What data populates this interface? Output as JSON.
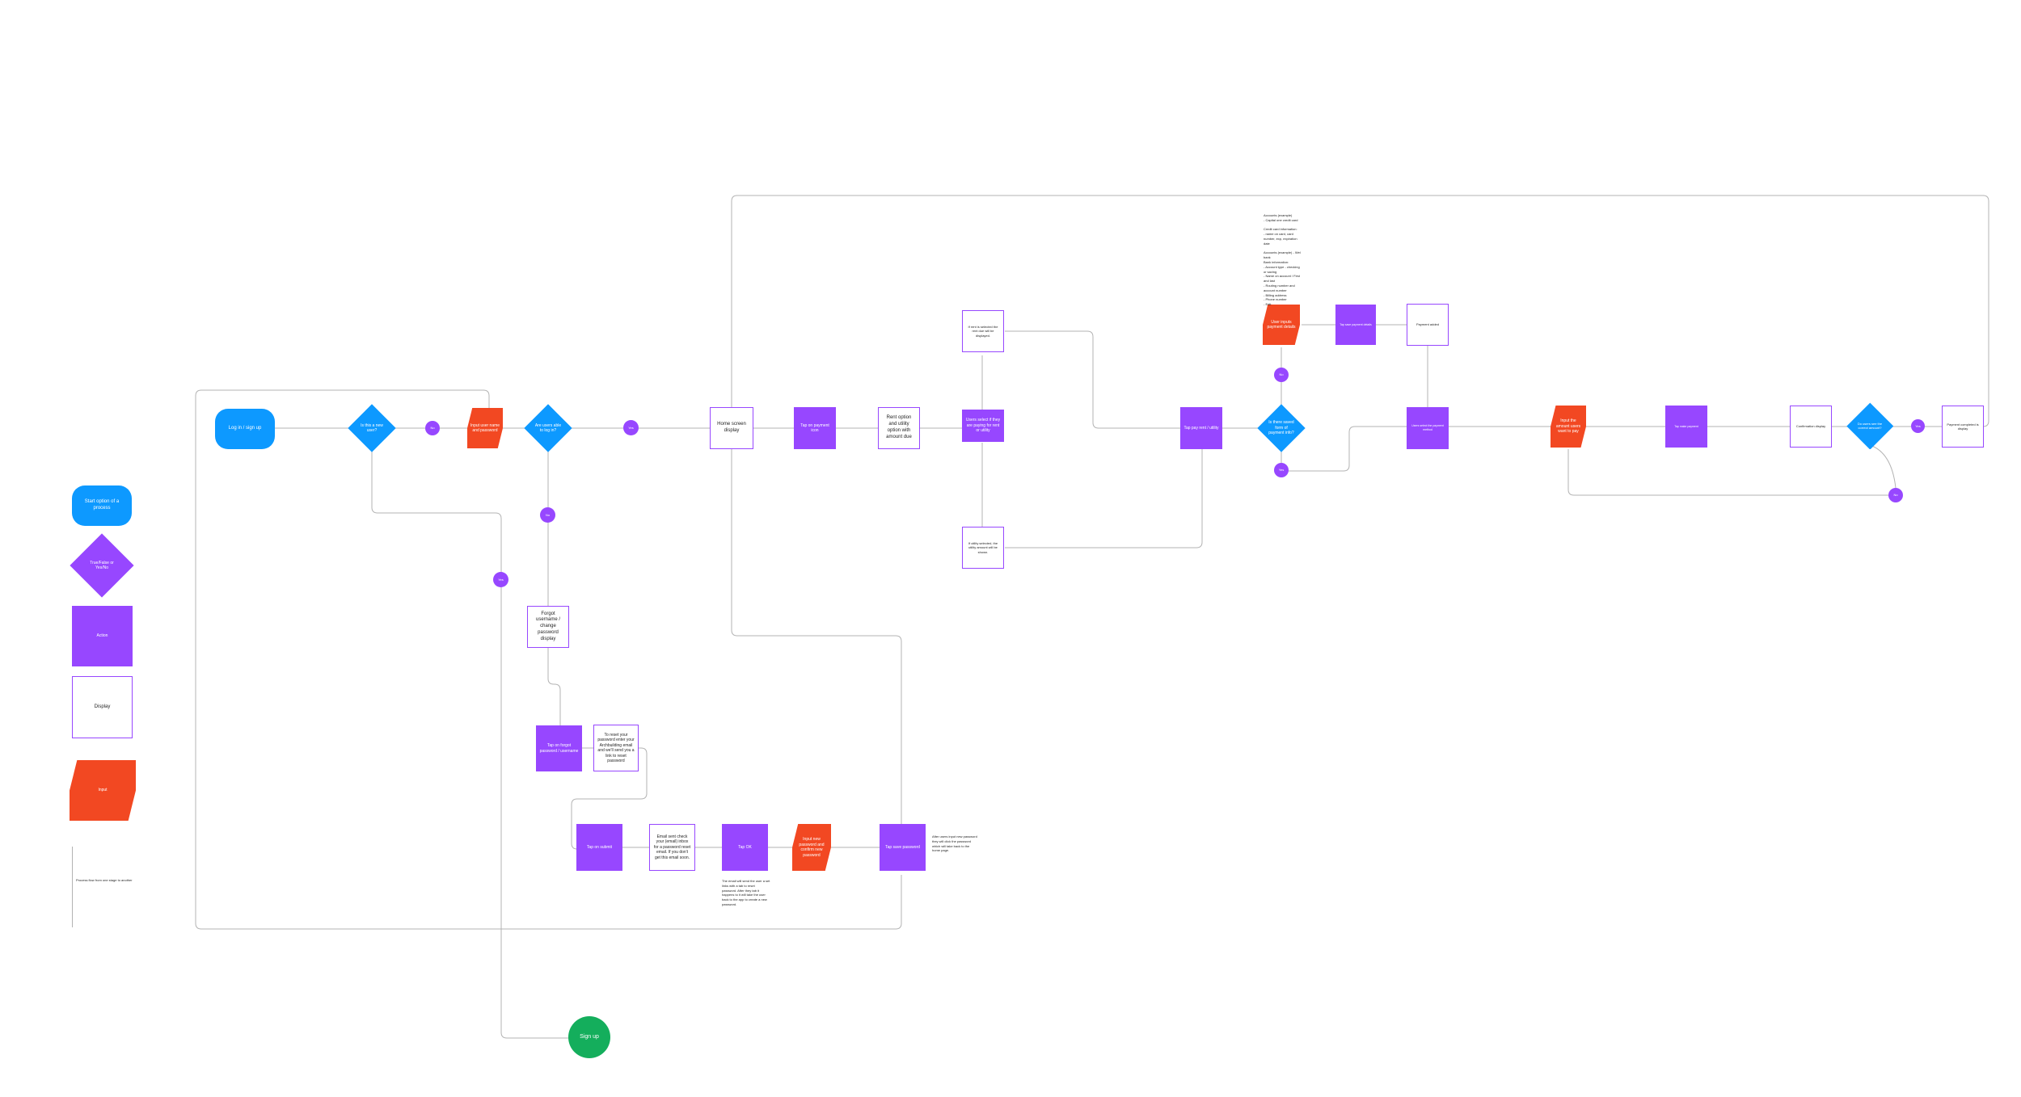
{
  "diagram": {
    "nodes": [
      {
        "id": "legend_terminal",
        "type": "terminal",
        "label": "Start option of a process"
      },
      {
        "id": "legend_decision",
        "type": "decision",
        "variant": "purple",
        "label": "True/False or Yes/No"
      },
      {
        "id": "legend_action",
        "type": "action",
        "label": "Action"
      },
      {
        "id": "legend_display",
        "type": "display",
        "label": "Display"
      },
      {
        "id": "legend_input",
        "type": "input",
        "label": "Input"
      },
      {
        "id": "login",
        "type": "terminal",
        "label": "Log in / sign up"
      },
      {
        "id": "is_new_user",
        "type": "decision",
        "label": "Is this a new user?"
      },
      {
        "id": "b_no1",
        "type": "bubble",
        "label": "No"
      },
      {
        "id": "input_creds",
        "type": "input",
        "label": "Input user name and password"
      },
      {
        "id": "able_login",
        "type": "decision",
        "label": "Are users able to log in?"
      },
      {
        "id": "b_yes1",
        "type": "bubble",
        "label": "Yes"
      },
      {
        "id": "home",
        "type": "display",
        "label": "Home screen display"
      },
      {
        "id": "tap_payment",
        "type": "action",
        "label": "Tap on payment icon"
      },
      {
        "id": "rent_utility",
        "type": "display",
        "label": "Rent option and utility option with amount due"
      },
      {
        "id": "select_rent",
        "type": "action",
        "label": "Users select if they are paying for rent or utility"
      },
      {
        "id": "rent_display",
        "type": "display",
        "label": "If rent is selected the rent due will be displayed."
      },
      {
        "id": "utility_display",
        "type": "display",
        "label": "If utility selected, the utility amount will be shown."
      },
      {
        "id": "tap_pay",
        "type": "action",
        "label": "Tap pay rent / utility"
      },
      {
        "id": "saved_payment",
        "type": "decision",
        "label": "Is there saved form of payment info?"
      },
      {
        "id": "b_no2",
        "type": "bubble",
        "label": "No"
      },
      {
        "id": "b_yes2",
        "type": "bubble",
        "label": "Yes"
      },
      {
        "id": "input_payment",
        "type": "input",
        "label": "User inputs payment details"
      },
      {
        "id": "tap_save_payment",
        "type": "action",
        "label": "Tap save payment details"
      },
      {
        "id": "payment_added",
        "type": "display",
        "label": "Payment added"
      },
      {
        "id": "select_method",
        "type": "action",
        "label": "Users select the payment method"
      },
      {
        "id": "input_amount",
        "type": "input",
        "label": "Input the amount users want to pay"
      },
      {
        "id": "tap_make_payment",
        "type": "action",
        "label": "Tap make payment"
      },
      {
        "id": "confirmation",
        "type": "display",
        "label": "Confirmation display"
      },
      {
        "id": "correct_amount",
        "type": "decision",
        "label": "Do users see the correct amount?"
      },
      {
        "id": "b_yes3",
        "type": "bubble",
        "label": "Yes"
      },
      {
        "id": "b_no3",
        "type": "bubble",
        "label": "No"
      },
      {
        "id": "payment_done",
        "type": "display",
        "label": "Payment completed is display"
      },
      {
        "id": "b_no4",
        "type": "bubble",
        "label": "No"
      },
      {
        "id": "forgot_display",
        "type": "display",
        "label": "Forgot username / change password display"
      },
      {
        "id": "tap_forgot",
        "type": "action",
        "label": "Tap on forgot password / username"
      },
      {
        "id": "reset_info",
        "type": "display",
        "label": "To reset your password enter your Archbuilding email and we'll send you a link to reset password"
      },
      {
        "id": "tap_submit",
        "type": "action",
        "label": "Tap on submit"
      },
      {
        "id": "email_sent",
        "type": "display",
        "label": "Email sent check your (email) inbox for a password reset email. If you don't get this email soon."
      },
      {
        "id": "tap_ok",
        "type": "action",
        "label": "Tap OK"
      },
      {
        "id": "input_new_pw",
        "type": "input",
        "label": "Input new password and confirm new password"
      },
      {
        "id": "tap_save_pw",
        "type": "action",
        "label": "Tap save password"
      },
      {
        "id": "b_yes4",
        "type": "bubble",
        "label": "Yes"
      },
      {
        "id": "signup",
        "type": "endpoint",
        "label": "Sign up"
      }
    ],
    "notes": [
      {
        "id": "payment_notes",
        "text": "Accounts (example)\n- Capital one credit card\n\nCredit card information:\n- name on card, card\n  number, exp, expiration\n  date\n\nAccounts (example) - Wel\nbank\nBank information:\n- Account type - checking\n  or saving\n- Name on account / First\n  and last\n- Routing number and\n  account number\n- Billing address\n- Phone number\n- Edit"
      },
      {
        "id": "ok_notes",
        "text": "The email will send the user a set\nlinks with a tab to reset\npassword. After they tab it\nhappens to it will take the user\nback to the app to create a new\npassword."
      },
      {
        "id": "save_notes",
        "text": "After users input new password\nthey will click the password\nwhich will take back to the\nhome page."
      }
    ],
    "legend_connector_label": "Process flow from one stage to another"
  }
}
